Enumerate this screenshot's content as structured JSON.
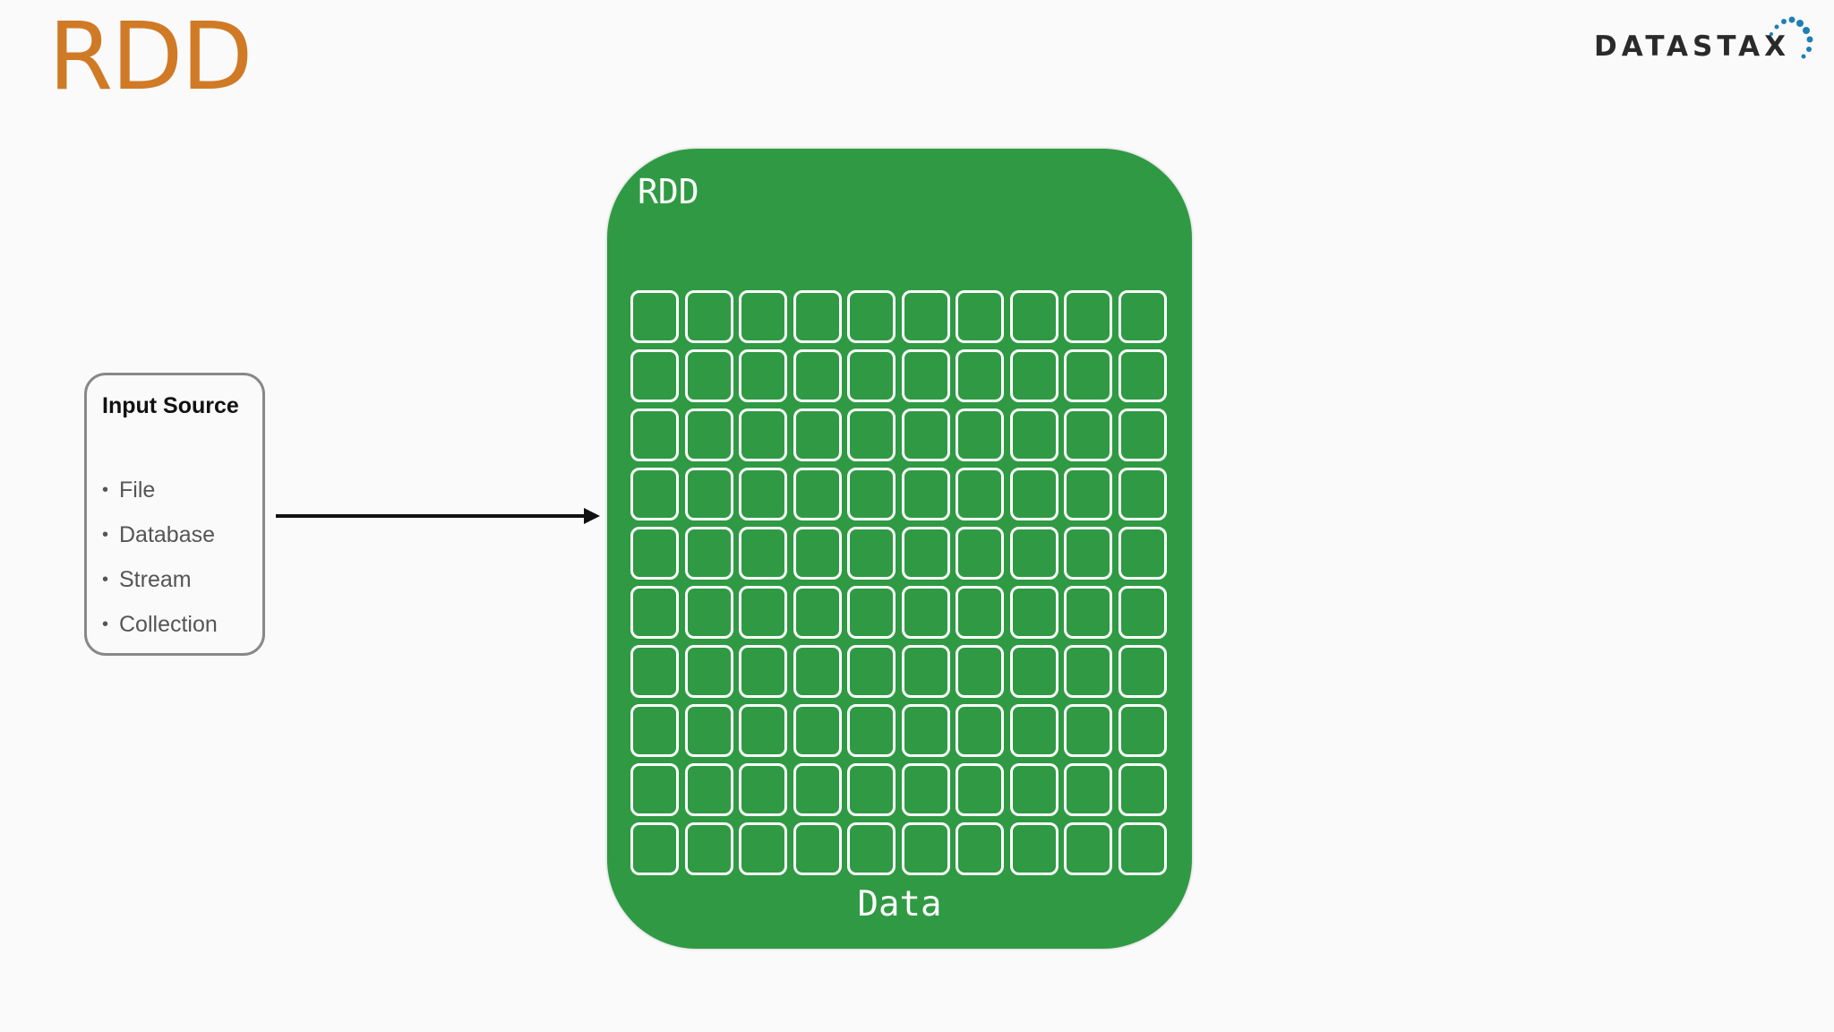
{
  "slide": {
    "title": "RDD"
  },
  "logo": {
    "text": "DATASTAX",
    "dot_color": "#1f7fb5"
  },
  "input_source": {
    "title": "Input Source",
    "items": [
      "File",
      "Database",
      "Stream",
      "Collection"
    ]
  },
  "rdd": {
    "label": "RDD",
    "data_label": "Data",
    "color": "#2f9a43",
    "grid_rows": 10,
    "grid_columns": 10
  },
  "colors": {
    "title": "#d07a26",
    "box_border": "#888888",
    "arrow": "#111111"
  }
}
